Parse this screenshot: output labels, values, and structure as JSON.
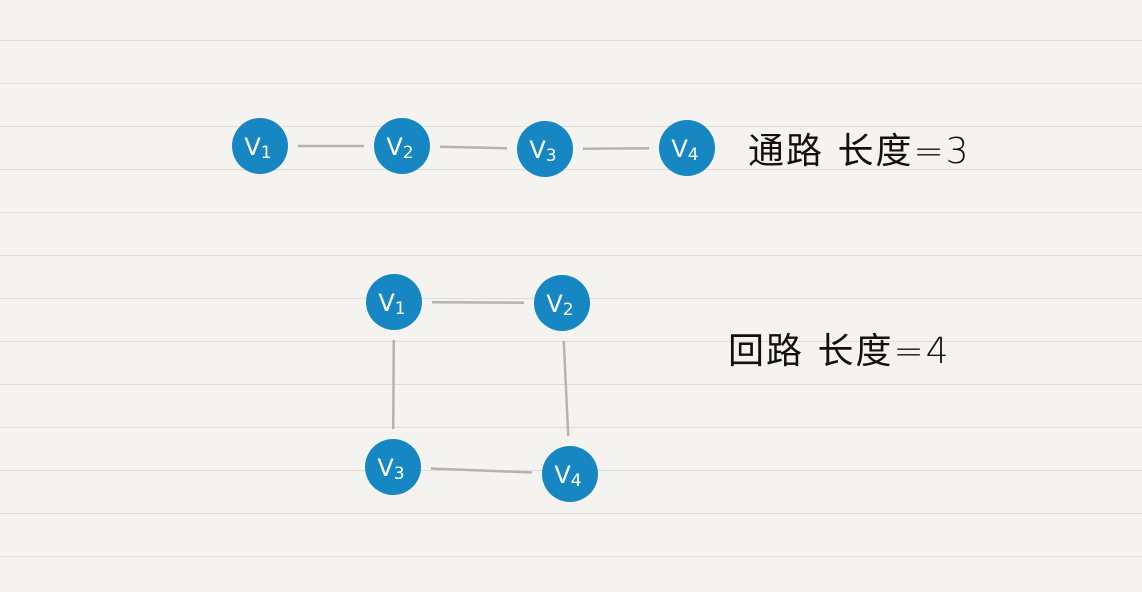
{
  "colors": {
    "node": "#1787c3",
    "edge": "#b5b3b0",
    "node_text": "#ffffff",
    "paper": "#f5f3ef",
    "rule": "#dedcd8"
  },
  "path_graph": {
    "nodes": [
      "V1",
      "V2",
      "V3",
      "V4"
    ],
    "edges": [
      [
        "V1",
        "V2"
      ],
      [
        "V2",
        "V3"
      ],
      [
        "V3",
        "V4"
      ]
    ],
    "caption": "通路 长度=3"
  },
  "cycle_graph": {
    "nodes": [
      "V1",
      "V2",
      "V3",
      "V4"
    ],
    "edges": [
      [
        "V1",
        "V2"
      ],
      [
        "V2",
        "V4"
      ],
      [
        "V4",
        "V3"
      ],
      [
        "V3",
        "V1"
      ]
    ],
    "caption": "回路 长度=4"
  }
}
